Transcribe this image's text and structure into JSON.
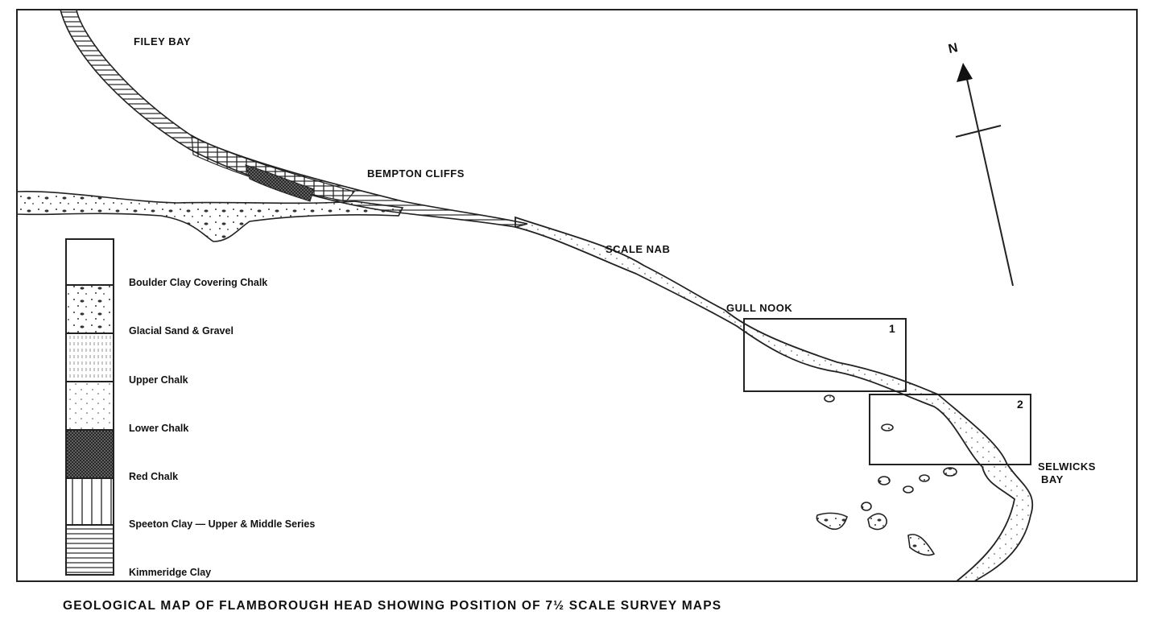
{
  "place_labels": {
    "filey_bay": "FILEY BAY",
    "bempton_cliffs": "BEMPTON CLIFFS",
    "scale_nab": "SCALE NAB",
    "gull_nook": "GULL NOOK",
    "selwicks_bay_1": "SELWICKS",
    "selwicks_bay_2": "BAY"
  },
  "north_arrow": {
    "label": "N",
    "icon": "north-arrow-icon"
  },
  "survey_maps": [
    {
      "number": "1"
    },
    {
      "number": "2"
    }
  ],
  "legend": [
    {
      "label": "Boulder Clay Covering Chalk",
      "pattern": "blank"
    },
    {
      "label": "Glacial Sand & Gravel",
      "pattern": "dots-pebbles"
    },
    {
      "label": "Upper Chalk",
      "pattern": "vertical-dashes"
    },
    {
      "label": "Lower Chalk",
      "pattern": "sparse-dots"
    },
    {
      "label": "Red Chalk",
      "pattern": "dense-crosshatch"
    },
    {
      "label": "Speeton Clay — Upper & Middle Series",
      "pattern": "vertical-lines"
    },
    {
      "label": "Kimmeridge Clay",
      "pattern": "horizontal-lines"
    }
  ],
  "caption": "GEOLOGICAL MAP OF FLAMBOROUGH HEAD SHOWING POSITION OF 7½ SCALE SURVEY MAPS"
}
